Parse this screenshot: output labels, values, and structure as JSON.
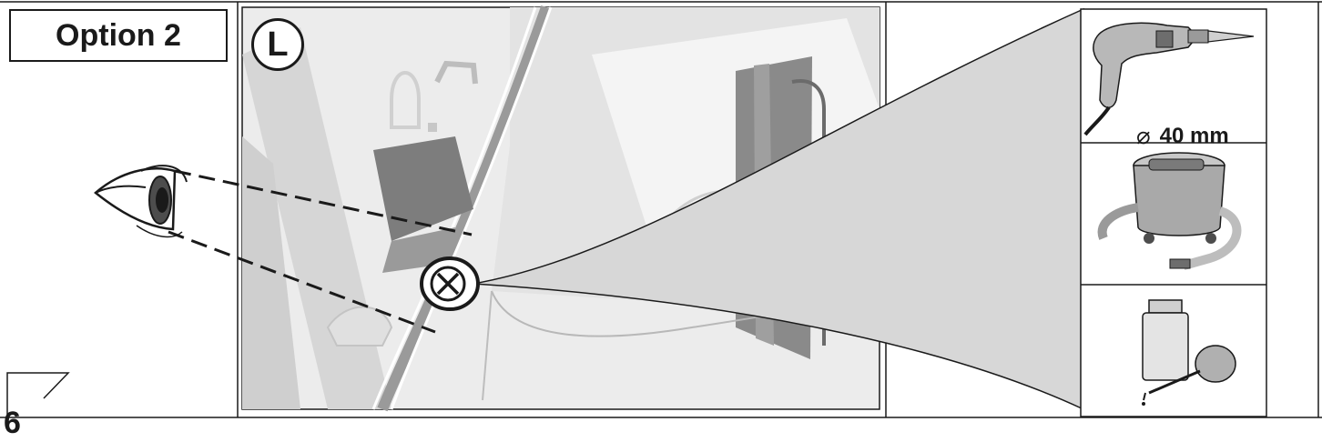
{
  "option_label": "Option 2",
  "step_number": "6",
  "side_marker": "L",
  "detail": {
    "diameter_symbol": "⌀",
    "diameter_value": "40 mm"
  },
  "icons": [
    "eye-icon",
    "target-x-icon",
    "drill-icon",
    "vacuum-cleaner-icon",
    "paint-bottle-icon"
  ],
  "colors": {
    "line": "#1a1a1a",
    "panel_light": "#e6e6e6",
    "panel_mid": "#cfcfcf",
    "panel_dark": "#7d7d7d"
  }
}
